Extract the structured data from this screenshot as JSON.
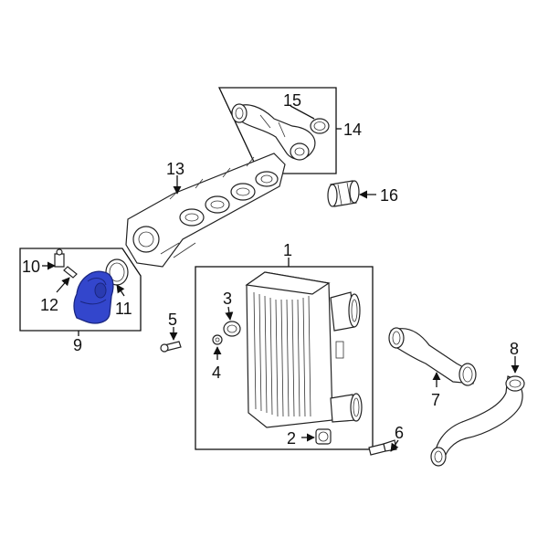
{
  "callouts": {
    "c1": "1",
    "c2": "2",
    "c3": "3",
    "c4": "4",
    "c5": "5",
    "c6": "6",
    "c7": "7",
    "c8": "8",
    "c9": "9",
    "c10": "10",
    "c11": "11",
    "c12": "12",
    "c13": "13",
    "c14": "14",
    "c15": "15",
    "c16": "16"
  },
  "colors": {
    "highlight": "#3346cc",
    "highlight_dark": "#1f2f99"
  }
}
